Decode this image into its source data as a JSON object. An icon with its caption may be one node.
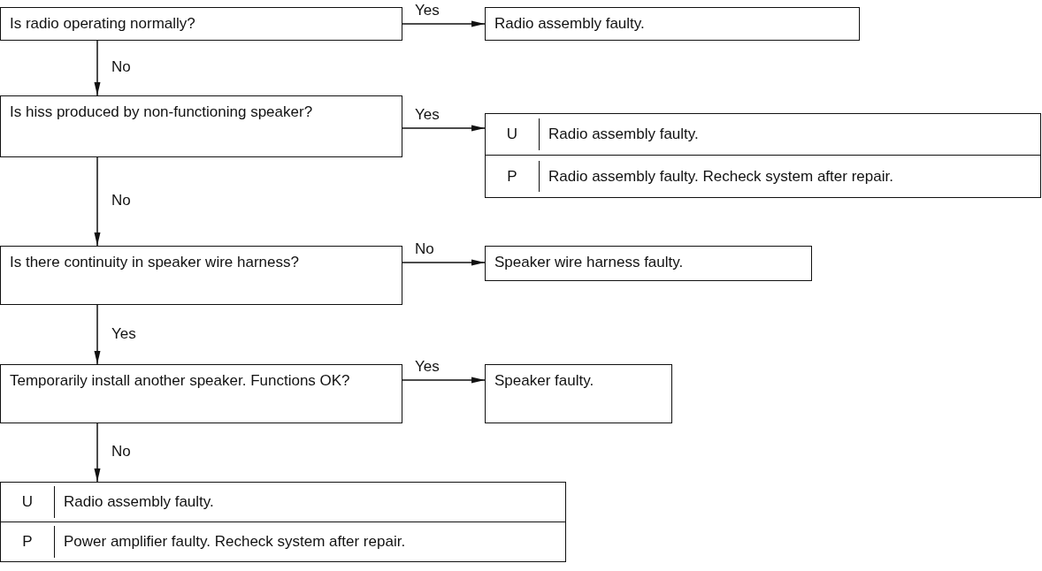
{
  "diagram": {
    "nodes": [
      {
        "text": [
          "Is radio operating normally?"
        ]
      },
      {
        "text": [
          "Radio assembly faulty."
        ]
      },
      {
        "text": [
          "Is hiss produced by non-functioning speaker?"
        ]
      },
      {
        "text": [
          "U",
          "Radio assembly faulty."
        ]
      },
      {
        "text": [
          "P",
          "Radio assembly faulty. Recheck system after repair."
        ]
      },
      {
        "text": [
          "Is there continuity in speaker wire harness?"
        ]
      },
      {
        "text": [
          "Speaker wire harness faulty."
        ]
      },
      {
        "text": [
          "Temporarily install another speaker. Functions OK?"
        ]
      },
      {
        "text": [
          "Speaker faulty."
        ]
      },
      {
        "text": [
          "U",
          "Radio assembly faulty."
        ]
      },
      {
        "text": [
          "P",
          "Power amplifier faulty. Recheck system after repair."
        ]
      }
    ],
    "edges": [
      {
        "from": 0,
        "to": 1,
        "arrow": "to",
        "label": "Yes"
      },
      {
        "from": 0,
        "to": 2,
        "arrow": "to",
        "label": "No"
      },
      {
        "from": 2,
        "to": 3,
        "arrow": "to",
        "label": "Yes"
      },
      {
        "from": 2,
        "to": 5,
        "arrow": "to",
        "label": "No"
      },
      {
        "from": 5,
        "to": 6,
        "arrow": "to",
        "label": "No"
      },
      {
        "from": 5,
        "to": 7,
        "arrow": "to",
        "label": "Yes"
      },
      {
        "from": 7,
        "to": 8,
        "arrow": "to",
        "label": "Yes"
      },
      {
        "from": 7,
        "to": 9,
        "arrow": "to",
        "label": "No"
      }
    ]
  }
}
